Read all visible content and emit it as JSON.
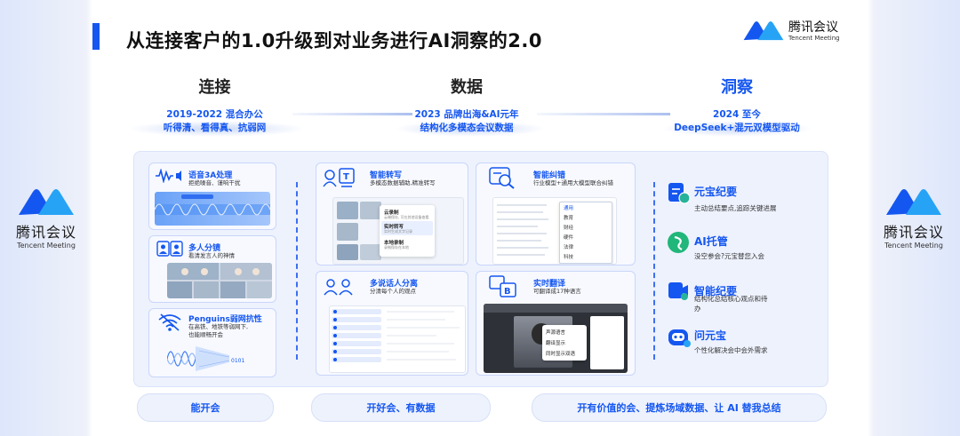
{
  "slide_title": "从连接客户的1.0升级到对业务进行AI洞察的2.0",
  "brand": {
    "name_cn": "腾讯会议",
    "name_en": "Tencent Meeting"
  },
  "phases": [
    {
      "heading": "连接",
      "line1": "2019-2022 混合办公",
      "line2": "听得清、看得真、抗弱网"
    },
    {
      "heading": "数据",
      "line1": "2023 品牌出海&AI元年",
      "line2": "结构化多模态会议数据"
    },
    {
      "heading": "洞察",
      "line1": "2024 至今",
      "line2": "DeepSeek+混元双模型驱动"
    }
  ],
  "cards": {
    "voice3a": {
      "title": "语音3A处理",
      "desc": "拒绝噪音、谨响干扰"
    },
    "multicam": {
      "title": "多人分镜",
      "desc": "看清发言人的神情"
    },
    "penguins": {
      "title": "Penguins弱网抗性",
      "desc1": "在高铁、地铁等弱网下,",
      "desc2": "也能顺畅开会",
      "bits": "0101"
    },
    "transcribe": {
      "title": "智能转写",
      "desc": "多模态数据辅助,精准转写",
      "menu": [
        "云录制",
        "实时转写",
        "本地录制"
      ],
      "menu_sub": [
        "云端保存,  可在其他设备查看",
        "实时生成文字记录",
        "录制保存在本地"
      ]
    },
    "correction": {
      "title": "智能纠错",
      "desc": "行业模型+通用大模型联合纠错",
      "options": [
        "通用",
        "教育",
        "财经",
        "硬件",
        "法律",
        "科技"
      ]
    },
    "diarization": {
      "title": "多说话人分离",
      "desc": "分清每个人的观点"
    },
    "translation": {
      "title": "实时翻译",
      "desc": "可翻译成17种语言",
      "menu": [
        "声源语言",
        "翻译显示",
        "同时显示双语"
      ]
    }
  },
  "right_features": [
    {
      "title": "元宝纪要",
      "desc1": "主动总结要点,追踪关键进展",
      "desc2": ""
    },
    {
      "title": "AI托管",
      "desc1": "没空参会?元宝替您入会",
      "desc2": ""
    },
    {
      "title": "智能纪要",
      "desc1": "结构化总结核心观点和待",
      "desc2": "办"
    },
    {
      "title": "问元宝",
      "desc1": "个性化解决会中会外需求",
      "desc2": ""
    }
  ],
  "bottom_pills": [
    "能开会",
    "开好会、有数据",
    "开有价值的会、提炼场域数据、让 AI 替我总结"
  ],
  "colors": {
    "accent": "#1456f0",
    "panel": "#eef2fd",
    "logo_dark": "#1456f0",
    "logo_light": "#27a3f5"
  }
}
